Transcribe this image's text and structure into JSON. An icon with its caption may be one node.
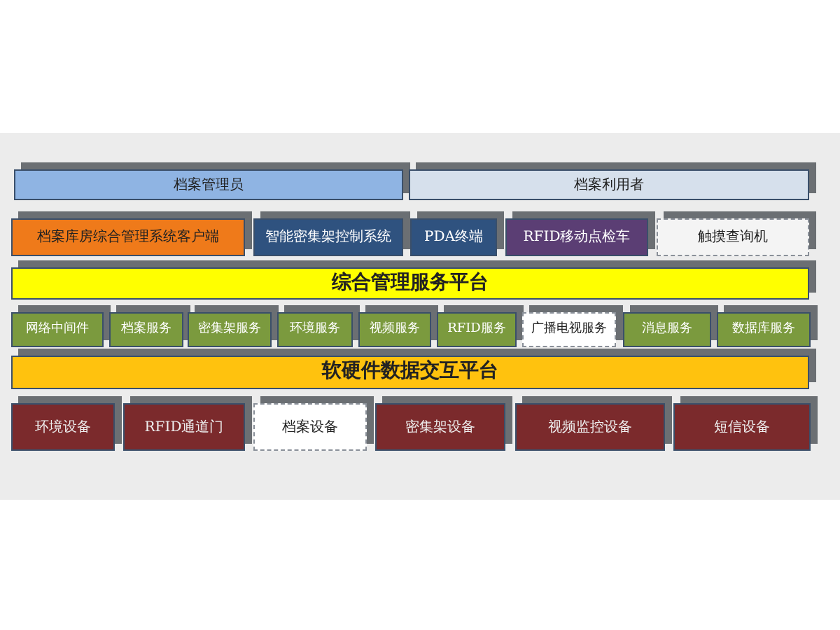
{
  "diagram": {
    "nodes": [
      {
        "text": [
          "档案管理员"
        ]
      },
      {
        "text": [
          "档案利用者"
        ]
      },
      {
        "text": [
          "档案库房综合管理系统客户端"
        ]
      },
      {
        "text": [
          "智能密集架控制系统"
        ]
      },
      {
        "text": [
          "PDA终端"
        ]
      },
      {
        "text": [
          "RFID移动点检车"
        ]
      },
      {
        "text": [
          "触摸查询机"
        ]
      },
      {
        "text": [
          "综合管理服务平台"
        ]
      },
      {
        "text": [
          "网络中间件"
        ]
      },
      {
        "text": [
          "档案服务"
        ]
      },
      {
        "text": [
          "密集架服务"
        ]
      },
      {
        "text": [
          "环境服务"
        ]
      },
      {
        "text": [
          "视频服务"
        ]
      },
      {
        "text": [
          "RFID服务"
        ]
      },
      {
        "text": [
          "广播电视服务"
        ]
      },
      {
        "text": [
          "消息服务"
        ]
      },
      {
        "text": [
          "数据库服务"
        ]
      },
      {
        "text": [
          "软硬件数据交互平台"
        ]
      },
      {
        "text": [
          "环境设备"
        ]
      },
      {
        "text": [
          "RFID通道门"
        ]
      },
      {
        "text": [
          "档案设备"
        ]
      },
      {
        "text": [
          "密集架设备"
        ]
      },
      {
        "text": [
          "视频监控设备"
        ]
      },
      {
        "text": [
          "短信设备"
        ]
      }
    ]
  }
}
